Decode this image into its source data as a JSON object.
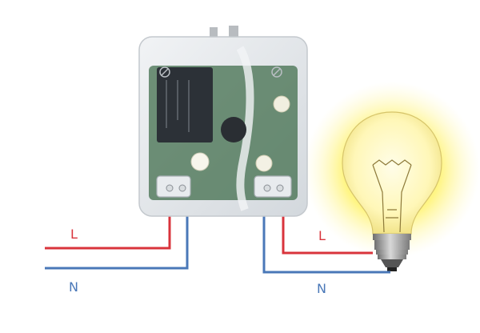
{
  "labels": {
    "left_live": "L",
    "left_neutral": "N",
    "right_live": "L",
    "right_neutral": "N"
  },
  "colors": {
    "live_wire": "#d9343c",
    "neutral_wire": "#4a78b8",
    "label_live": "#d9343c",
    "label_neutral": "#4a78b8",
    "module_body": "#e4e8ec",
    "pcb": "#2f5a3a",
    "relay": "#2b3036",
    "bulb_glow": "#fff27a",
    "bulb_base": "#9a9a9a"
  },
  "icons": [
    "relay-module",
    "light-bulb-icon",
    "terminal-screw-icon"
  ]
}
